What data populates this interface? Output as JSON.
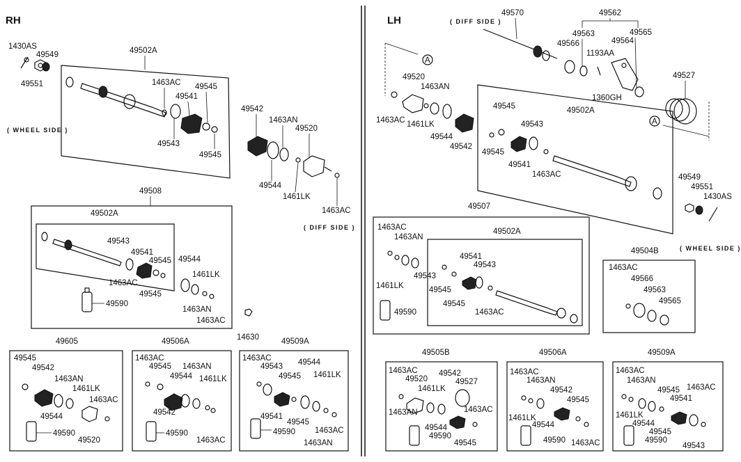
{
  "sections": {
    "rh": "RH",
    "lh": "LH"
  },
  "notes": {
    "wheel_side": "( WHEEL SIDE )",
    "diff_side": "( DIFF SIDE )",
    "diff_side_lh": "( DIFF SIDE )",
    "wheel_side_lh": "( WHEEL SIDE )",
    "ref_a": "A"
  },
  "labels": {
    "rh_1430AS": "1430AS",
    "rh_49549": "49549",
    "rh_49551": "49551",
    "rh_49502A_top": "49502A",
    "rh_1463AC_a": "1463AC",
    "rh_49541_a": "49541",
    "rh_49545_a": "49545",
    "rh_49545_b": "49545",
    "rh_49543_a": "49543",
    "rh_49542": "49542",
    "rh_1463AN_a": "1463AN",
    "rh_49520": "49520",
    "rh_49544_a": "49544",
    "rh_1461LK_a": "1461LK",
    "rh_1463AC_b": "1463AC",
    "rh_49508": "49508",
    "rh_49502A_mid": "49502A",
    "rh_49543_b": "49543",
    "rh_49541_b": "49541",
    "rh_49545_c": "49545",
    "rh_1463AC_c": "1463AC",
    "rh_49545_d": "49545",
    "rh_49590_a": "49590",
    "rh_49544_b": "49544",
    "rh_1461LK_b": "1461LK",
    "rh_1463AN_b": "1463AN",
    "rh_1463AC_d": "1463AC",
    "rh_14630": "14630",
    "rh_49605": "49605",
    "rh_k1_49545": "49545",
    "rh_k1_49542": "49542",
    "rh_k1_1463AN": "1463AN",
    "rh_k1_1461LK": "1461LK",
    "rh_k1_1463AC": "1463AC",
    "rh_k1_49544": "49544",
    "rh_k1_49590": "49590",
    "rh_k1_49520": "49520",
    "rh_49506A": "49506A",
    "rh_k2_1463AC": "1463AC",
    "rh_k2_49545": "49545",
    "rh_k2_1463AN": "1463AN",
    "rh_k2_49544": "49544",
    "rh_k2_1461LK": "1461LK",
    "rh_k2_49542": "49542",
    "rh_k2_49590": "49590",
    "rh_k2_1463AC_b": "1463AC",
    "rh_49509A": "49509A",
    "rh_k3_1463AC": "1463AC",
    "rh_k3_49543": "49543",
    "rh_k3_49544": "49544",
    "rh_k3_49545": "49545",
    "rh_k3_1461LK": "1461LK",
    "rh_k3_49541": "49541",
    "rh_k3_49545_b": "49545",
    "rh_k3_49590": "49590",
    "rh_k3_1463AC_b": "1463AC",
    "rh_k3_1463AN": "1463AN",
    "lh_49570": "49570",
    "lh_49562": "49562",
    "lh_49563": "49563",
    "lh_49565": "49565",
    "lh_49566": "49566",
    "lh_49564": "49564",
    "lh_1193AA": "1193AA",
    "lh_1360GH": "1360GH",
    "lh_49527": "49527",
    "lh_49520": "49520",
    "lh_1463AN": "1463AN",
    "lh_1463AC_a": "1463AC",
    "lh_1461LK": "1461LK",
    "lh_49544": "49544",
    "lh_49542": "49542",
    "lh_49545_a": "49545",
    "lh_49502A_top": "49502A",
    "lh_49543": "49543",
    "lh_49545_b": "49545",
    "lh_49541": "49541",
    "lh_1463AC_b": "1463AC",
    "lh_49549": "49549",
    "lh_49551": "49551",
    "lh_1430AS": "1430AS",
    "lh_49507": "49507",
    "lh_1463AC_c": "1463AC",
    "lh_1463AN_b": "1463AN",
    "lh_49502A_mid": "49502A",
    "lh_49543_b": "49543",
    "lh_1461LK_b": "1461LK",
    "lh_49541_b": "49541",
    "lh_49543_c": "49543",
    "lh_49545_c": "49545",
    "lh_49545_d": "49545",
    "lh_1463AC_d": "1463AC",
    "lh_49590": "49590",
    "lh_49504B": "49504B",
    "lh_k0_1463AC": "1463AC",
    "lh_k0_49566": "49566",
    "lh_k0_49563": "49563",
    "lh_k0_49565": "49565",
    "lh_49505B": "49505B",
    "lh_k1_1463AC": "1463AC",
    "lh_k1_49520": "49520",
    "lh_k1_49542": "49542",
    "lh_k1_1461LK": "1461LK",
    "lh_k1_49527": "49527",
    "lh_k1_1463AC_b": "1463AC",
    "lh_k1_1463AN": "1463AN",
    "lh_k1_49544": "49544",
    "lh_k1_49590": "49590",
    "lh_k1_49545": "49545",
    "lh_49506A": "49506A",
    "lh_k2_1463AC": "1463AC",
    "lh_k2_1463AN": "1463AN",
    "lh_k2_49542": "49542",
    "lh_k2_49545": "49545",
    "lh_k2_1461LK": "1461LK",
    "lh_k2_49544": "49544",
    "lh_k2_49590": "49590",
    "lh_k2_1463AC_b": "1463AC",
    "lh_49509A": "49509A",
    "lh_k3_1463AC": "1463AC",
    "lh_k3_1463AN": "1463AN",
    "lh_k3_1463AC_b": "1463AC",
    "lh_k3_49545": "49545",
    "lh_k3_49541": "49541",
    "lh_k3_1461LK": "1461LK",
    "lh_k3_49544": "49544",
    "lh_k3_49545_b": "49545",
    "lh_k3_49590": "49590",
    "lh_k3_49543": "49543"
  }
}
